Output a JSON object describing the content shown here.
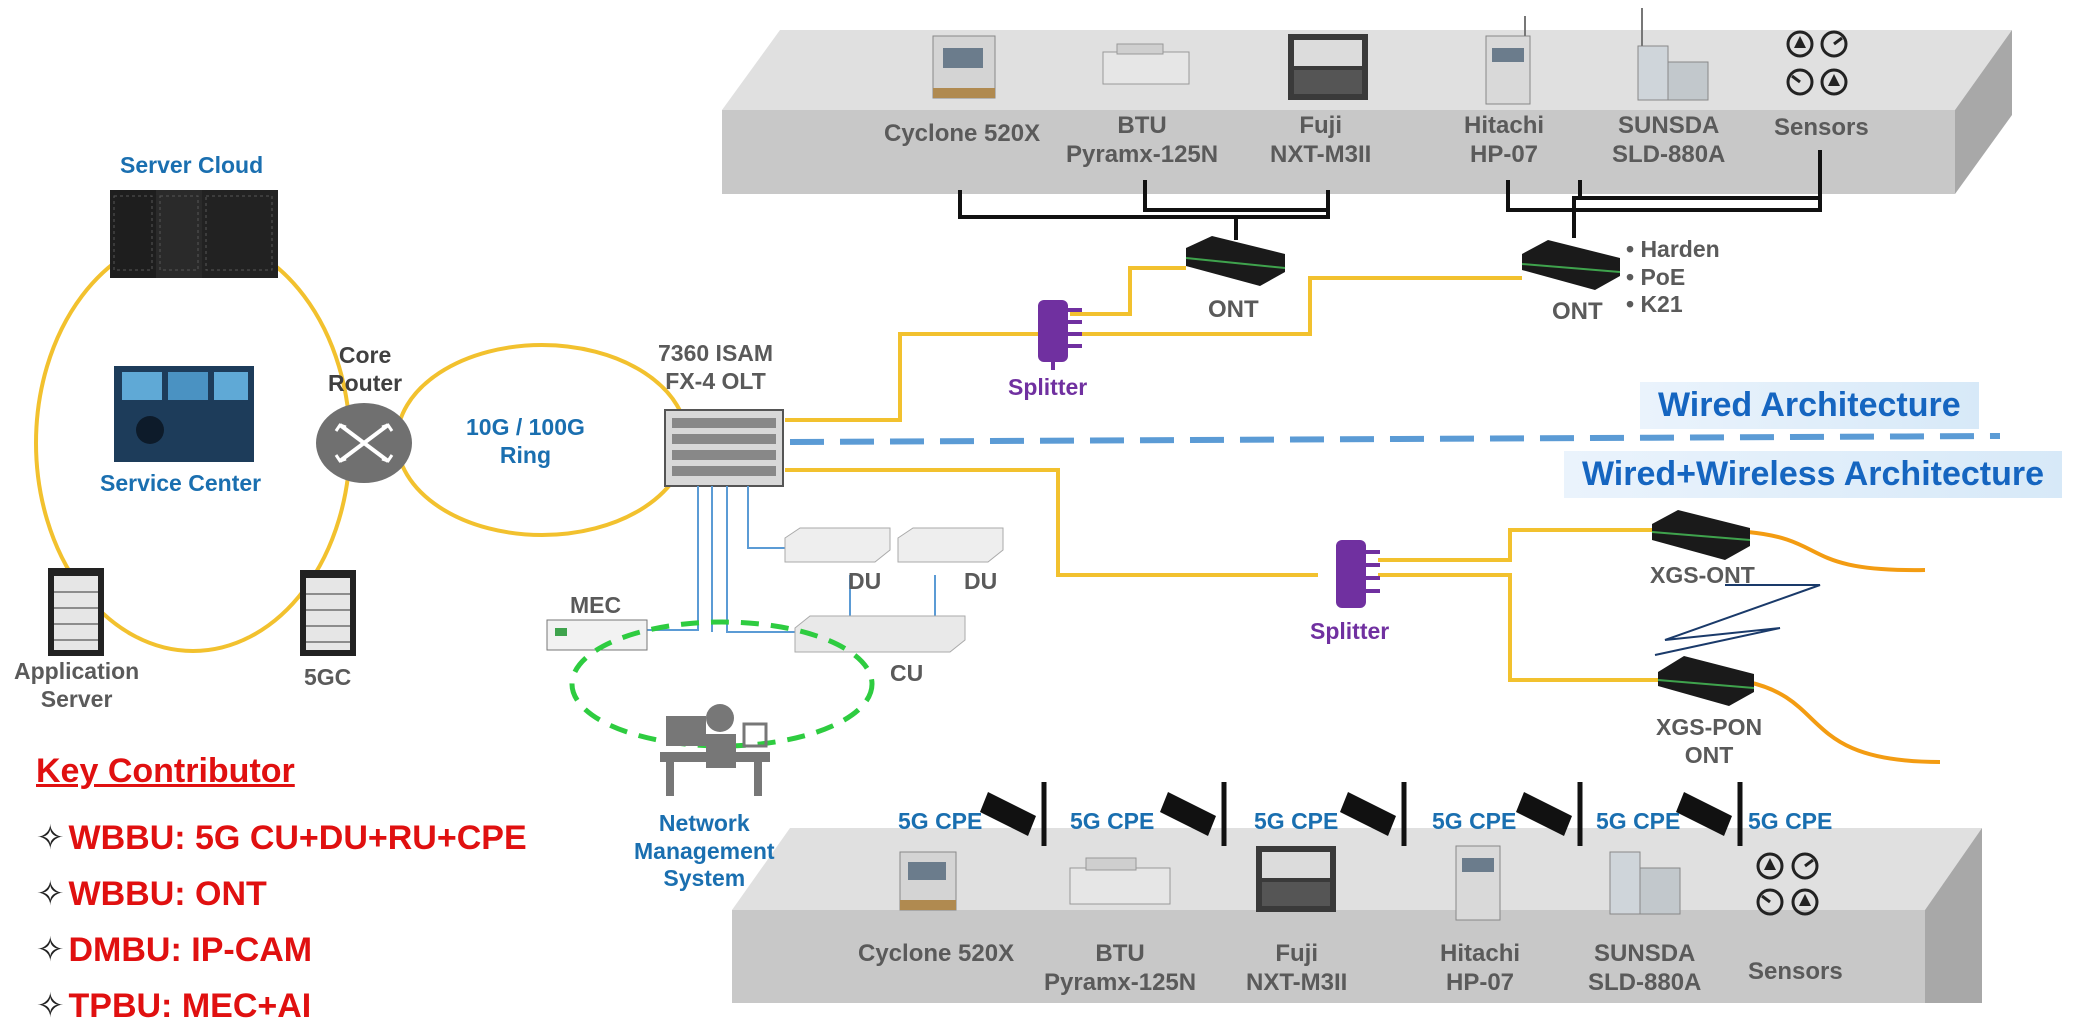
{
  "banners": {
    "wired": "Wired Architecture",
    "wired_wireless": "Wired+Wireless Architecture"
  },
  "left_cluster": {
    "server_cloud": "Server Cloud",
    "service_center": "Service Center",
    "core_router_line1": "Core",
    "core_router_line2": "Router",
    "application_server_line1": "Application",
    "application_server_line2": "Server",
    "core_5gc": "5GC",
    "ring_line1": "10G / 100G",
    "ring_line2": "Ring"
  },
  "olt": {
    "line1": "7360 ISAM",
    "line2": "FX-4 OLT"
  },
  "top_platform": {
    "machines": [
      {
        "line1": "Cyclone 520X",
        "line2": ""
      },
      {
        "line1": "BTU",
        "line2": "Pyramx-125N"
      },
      {
        "line1": "Fuji",
        "line2": "NXT-M3II"
      },
      {
        "line1": "Hitachi",
        "line2": "HP-07"
      },
      {
        "line1": "SUNSDA",
        "line2": "SLD-880A"
      },
      {
        "line1": "Sensors",
        "line2": ""
      }
    ]
  },
  "wired": {
    "ont1": "ONT",
    "ont2": "ONT",
    "splitter": "Splitter",
    "features": [
      "• Harden",
      "• PoE",
      "• K21"
    ]
  },
  "wireless": {
    "splitter": "Splitter",
    "xgs_ont": "XGS-ONT",
    "xgs_pon_line1": "XGS-PON",
    "xgs_pon_line2": "ONT",
    "du1": "DU",
    "du2": "DU",
    "cu": "CU",
    "mec": "MEC",
    "nms_line1": "Network",
    "nms_line2": "Management",
    "nms_line3": "System"
  },
  "bottom_platform": {
    "cpe_label": "5G CPE",
    "machines": [
      {
        "line1": "Cyclone 520X",
        "line2": ""
      },
      {
        "line1": "BTU",
        "line2": "Pyramx-125N"
      },
      {
        "line1": "Fuji",
        "line2": "NXT-M3II"
      },
      {
        "line1": "Hitachi",
        "line2": "HP-07"
      },
      {
        "line1": "SUNSDA",
        "line2": "SLD-880A"
      },
      {
        "line1": "Sensors",
        "line2": ""
      }
    ]
  },
  "key_contributor": {
    "title": "Key Contributor",
    "items": [
      "WBBU: 5G CU+DU+RU+CPE",
      "WBBU: ONT",
      "DMBU: IP-CAM",
      "TPBU: MEC+AI"
    ],
    "bullet": "✧"
  },
  "colors": {
    "fiber": "#f2c12e",
    "platform": "#c8c8c8",
    "title_blue": "#1a6fb0",
    "splitter_purple": "#7030a0",
    "key_red": "#e01010",
    "divider": "#5b9bd5",
    "wireless_link": "#f39c12"
  }
}
